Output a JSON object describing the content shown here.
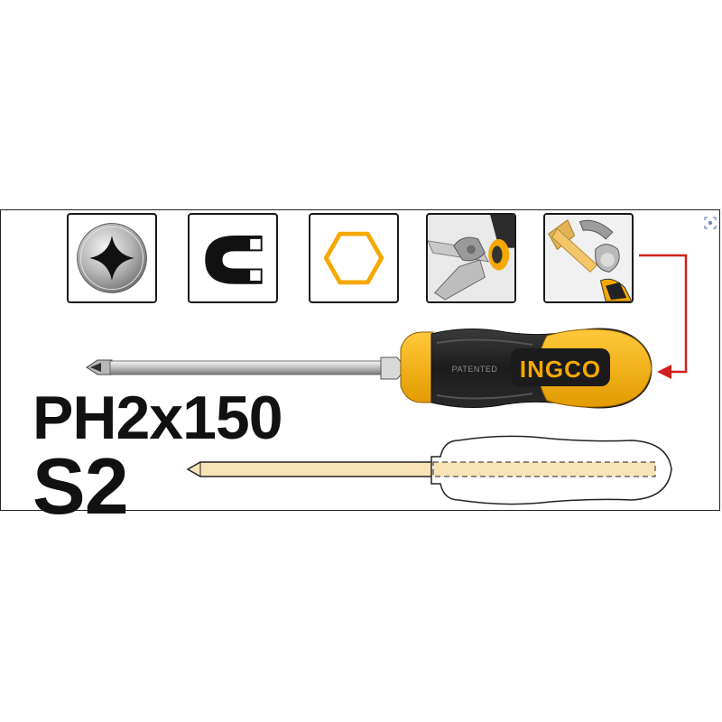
{
  "product": {
    "size_label": "PH2x150",
    "material_label": "S2",
    "handle_brand": "INGCO",
    "handle_imprint": "PATENTED"
  },
  "features": [
    {
      "name": "phillips-tip-icon"
    },
    {
      "name": "magnetic-tip-icon"
    },
    {
      "name": "hex-bolster-icon"
    },
    {
      "name": "wrench-assist-icon"
    },
    {
      "name": "hammer-strike-icon"
    }
  ],
  "colors": {
    "accent": "#f5a800",
    "handle_dark": "#1f1f1f",
    "arrow": "#d21f1f",
    "blueprint": "#f7e3b5"
  }
}
